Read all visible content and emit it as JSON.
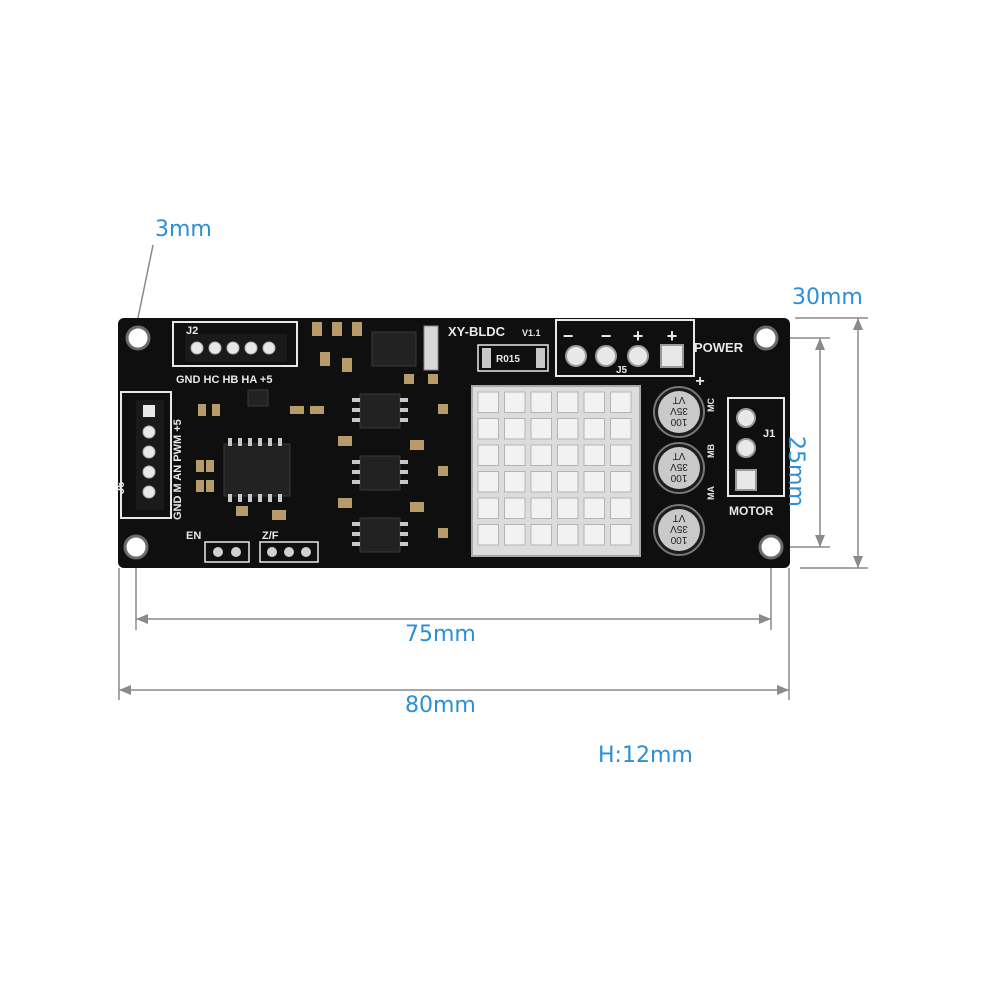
{
  "dimensions": {
    "hole_size": "3mm",
    "board_height_outer": "30mm",
    "board_height_inner": "25mm",
    "hole_spacing": "75mm",
    "board_length": "80mm",
    "thickness": "H:12mm"
  },
  "board": {
    "model": "XY-BLDC",
    "version": "V1.1",
    "resistor": "R015",
    "power_label": "POWER",
    "motor_label": "MOTOR",
    "j1": "J1",
    "j2": "J2",
    "j5": "J5",
    "j6": "J6",
    "j2_pins": "GND HC  HB HA +5",
    "j6_pins": "GND M AN PWM +5",
    "power_terminals": [
      "−",
      "−",
      "+",
      "+"
    ],
    "plus_mark": "+",
    "en_label": "EN",
    "zf_label": "Z/F",
    "motor_phases": [
      "MC",
      "MB",
      "MA"
    ],
    "capacitor_marks": [
      "100",
      "35V",
      "VT"
    ],
    "colors": {
      "pcb": "#0f0f10",
      "silkscreen": "#e8e8e8",
      "heatsink": "#dcdcdc",
      "dimension": "#2a8fd6"
    }
  }
}
